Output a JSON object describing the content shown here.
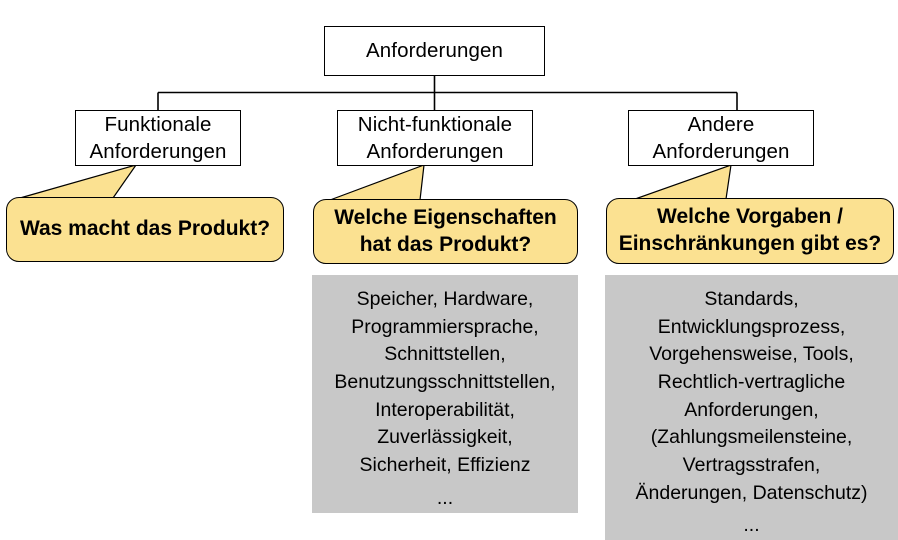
{
  "diagram": {
    "title_root": "Anforderungen",
    "colors": {
      "callout_fill": "#FBE191",
      "callout_stroke": "#000000",
      "gray_fill": "#C8C8C8",
      "box_fill": "#FFFFFF",
      "box_stroke": "#000000",
      "text": "#000000"
    },
    "root": {
      "label": "Anforderungen",
      "lines": [
        "Anforderungen"
      ]
    },
    "branches": [
      {
        "key": "funktionale",
        "box_lines": [
          "Funktionale",
          "Anforderungen"
        ],
        "callout_lines": [
          "Was macht das Produkt?"
        ],
        "details": []
      },
      {
        "key": "nicht-funktionale",
        "box_lines": [
          "Nicht-funktionale",
          "Anforderungen"
        ],
        "callout_lines": [
          "Welche Eigenschaften",
          "hat das Produkt?"
        ],
        "details": [
          "Speicher, Hardware,",
          "Programmiersprache,",
          "Schnittstellen,",
          "Benutzungsschnittstellen,",
          "Interoperabilität,",
          "Zuverlässigkeit,",
          "Sicherheit, Effizienz",
          "",
          "..."
        ]
      },
      {
        "key": "andere",
        "box_lines": [
          "Andere",
          "Anforderungen"
        ],
        "callout_lines": [
          "Welche Vorgaben /",
          "Einschränkungen gibt es?"
        ],
        "details": [
          "Standards,",
          "Entwicklungsprozess,",
          "Vorgehensweise, Tools,",
          "Rechtlich-vertragliche",
          "Anforderungen,",
          "(Zahlungsmeilensteine,",
          "Vertragsstrafen,",
          "Änderungen, Datenschutz)",
          "",
          "..."
        ]
      }
    ]
  }
}
